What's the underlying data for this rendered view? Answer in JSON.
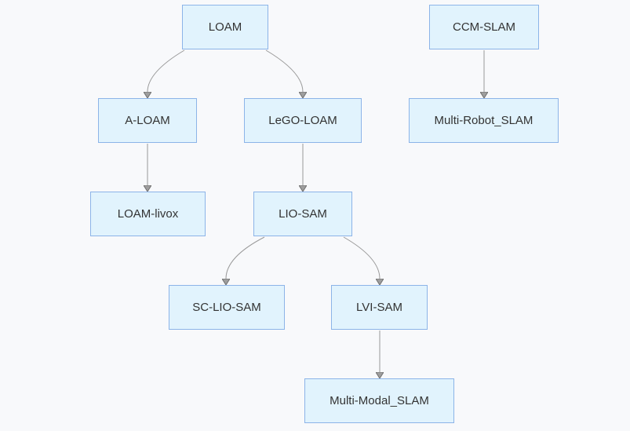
{
  "diagram": {
    "type": "flowchart",
    "direction": "top-to-bottom",
    "nodes": [
      {
        "id": "LOAM",
        "label": "LOAM"
      },
      {
        "id": "CCM-SLAM",
        "label": "CCM-SLAM"
      },
      {
        "id": "A-LOAM",
        "label": "A-LOAM"
      },
      {
        "id": "LeGO-LOAM",
        "label": "LeGO-LOAM"
      },
      {
        "id": "Multi-Robot_SLAM",
        "label": "Multi-Robot_SLAM"
      },
      {
        "id": "LOAM-livox",
        "label": "LOAM-livox"
      },
      {
        "id": "LIO-SAM",
        "label": "LIO-SAM"
      },
      {
        "id": "SC-LIO-SAM",
        "label": "SC-LIO-SAM"
      },
      {
        "id": "LVI-SAM",
        "label": "LVI-SAM"
      },
      {
        "id": "Multi-Modal_SLAM",
        "label": "Multi-Modal_SLAM"
      }
    ],
    "edges": [
      {
        "from": "LOAM",
        "to": "A-LOAM"
      },
      {
        "from": "LOAM",
        "to": "LeGO-LOAM"
      },
      {
        "from": "CCM-SLAM",
        "to": "Multi-Robot_SLAM"
      },
      {
        "from": "A-LOAM",
        "to": "LOAM-livox"
      },
      {
        "from": "LeGO-LOAM",
        "to": "LIO-SAM"
      },
      {
        "from": "LIO-SAM",
        "to": "SC-LIO-SAM"
      },
      {
        "from": "LIO-SAM",
        "to": "LVI-SAM"
      },
      {
        "from": "LVI-SAM",
        "to": "Multi-Modal_SLAM"
      }
    ],
    "colors": {
      "background": "#f8f9fb",
      "node_fill": "#e1f3fd",
      "node_border": "#8cb4e8",
      "edge_line": "#999999",
      "arrowhead_fill": "#9e9e9e",
      "arrowhead_stroke": "#707070",
      "text": "#333333"
    }
  }
}
